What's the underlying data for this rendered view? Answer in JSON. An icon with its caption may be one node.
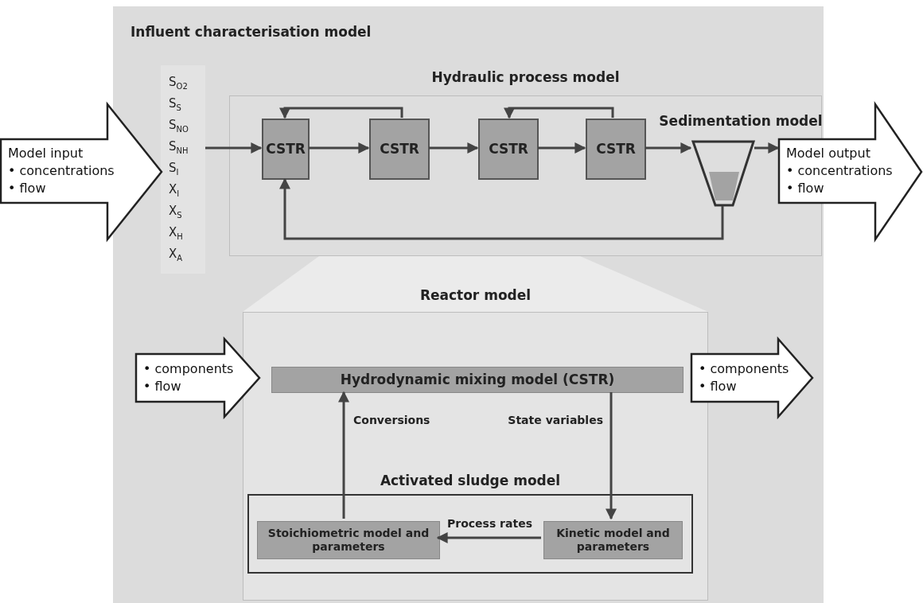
{
  "diagram": {
    "nodes": [
      {
        "text": [
          "Influent characterisation model"
        ]
      },
      {
        "text": [
          "S$_{O2}$",
          "S$_{S}$",
          "S$_{NO}$",
          "S$_{NH}$",
          "S$_{I}$",
          "X$_{I}$",
          "X$_{S}$",
          "X$_{H}$",
          "X$_{A}$"
        ],
        "in": 0
      },
      {
        "text": [
          "Model input",
          "• concentrations",
          "• flow"
        ]
      },
      {
        "text": [
          "Hydraulic process model"
        ],
        "in": 0
      },
      {
        "text": [
          "CSTR"
        ],
        "in": 3
      },
      {
        "text": [
          "CSTR"
        ],
        "in": 3
      },
      {
        "text": [
          "CSTR"
        ],
        "in": 3
      },
      {
        "text": [
          "CSTR"
        ],
        "in": 3
      },
      {
        "text": [
          "Sedimentation model"
        ],
        "in": 3
      },
      {
        "text": [
          "Model output",
          "• concentrations",
          "• flow"
        ]
      },
      {
        "text": [
          "Reactor model"
        ],
        "in": 0
      },
      {
        "text": [
          "• components",
          "• flow"
        ],
        "in": 0
      },
      {
        "text": [
          "Hydrodynamic mixing model (CSTR)"
        ],
        "in": 10
      },
      {
        "text": [
          "• components",
          "• flow"
        ],
        "in": 0
      },
      {
        "text": [
          "Activated sludge model"
        ],
        "in": 10
      },
      {
        "text": [
          "Stoichiometric model and parameters"
        ],
        "in": 14
      },
      {
        "text": [
          "Kinetic model and parameters"
        ],
        "in": 14
      }
    ],
    "edges": [
      {
        "from": 1,
        "to": 4,
        "arrow": "to"
      },
      {
        "from": 4,
        "to": 5,
        "arrow": "to"
      },
      {
        "from": 5,
        "to": 6,
        "arrow": "to"
      },
      {
        "from": 6,
        "to": 7,
        "arrow": "to"
      },
      {
        "from": 7,
        "to": 8,
        "arrow": "to"
      },
      {
        "from": 8,
        "to": 9,
        "arrow": "to"
      },
      {
        "from": 5,
        "to": 4,
        "arrow": "to"
      },
      {
        "from": 7,
        "to": 6,
        "arrow": "to"
      },
      {
        "from": 8,
        "to": 4,
        "arrow": "to"
      },
      {
        "from": 12,
        "to": 16,
        "arrow": "to",
        "label": "State variables"
      },
      {
        "from": 15,
        "to": 12,
        "arrow": "to",
        "label": "Conversions"
      },
      {
        "from": 16,
        "to": 15,
        "arrow": "to",
        "label": "Process rates"
      }
    ]
  }
}
